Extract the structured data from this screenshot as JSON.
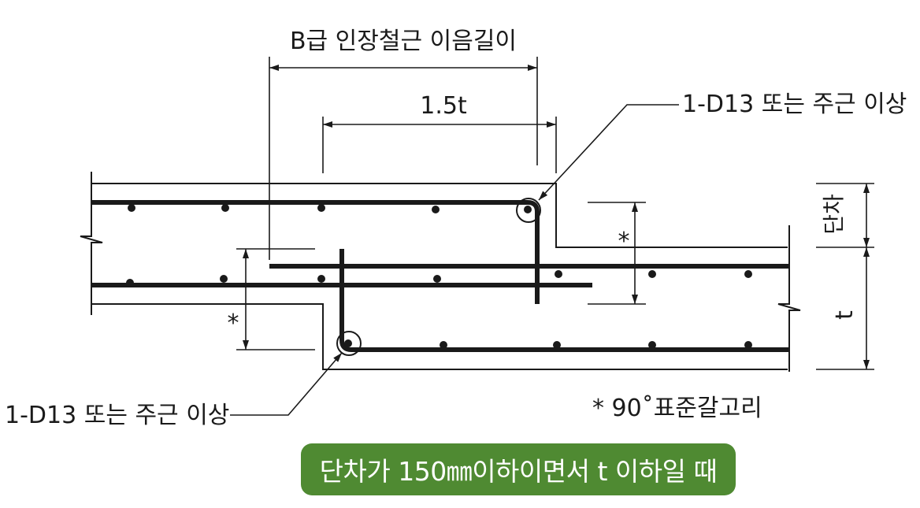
{
  "labels": {
    "splice_length": "B급 인장철근 이음길이",
    "len_1_5t": "1.5t",
    "rebar_top": "1-D13 또는 주근 이상",
    "rebar_bottom": "1-D13 또는 주근 이상",
    "step_height": "단차",
    "thickness": "t",
    "star_left": "*",
    "star_right": "*",
    "hook_note": "* 90˚표준갈고리"
  },
  "caption": "단차가 150㎜이하이면서 t 이하일 때",
  "colors": {
    "line": "#1a1a1a",
    "caption_bg": "#4f8a32",
    "caption_text": "#ffffff"
  }
}
